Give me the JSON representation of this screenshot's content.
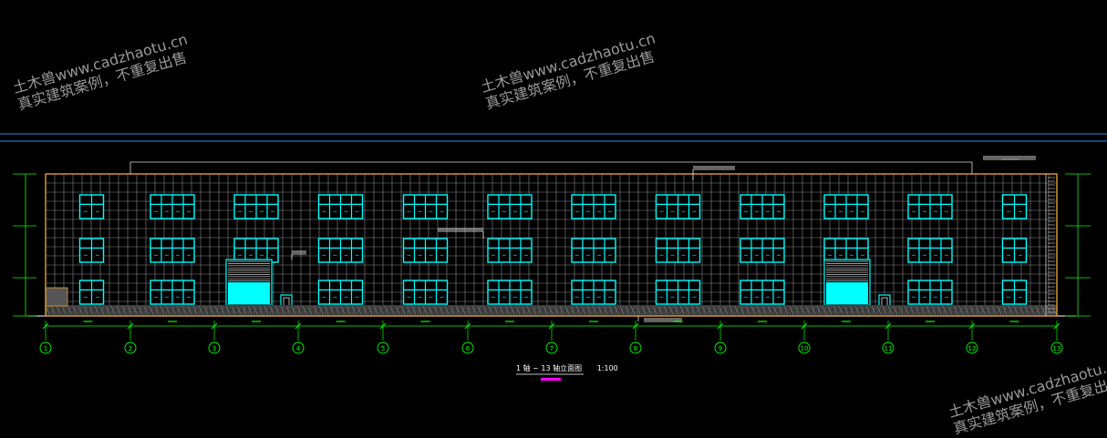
{
  "watermark": {
    "line1": "土木兽www.cadzhaotu.cn",
    "line2": "真实建筑案例，不重复出售"
  },
  "drawing": {
    "title": "1 轴 ~ 13 轴立面图",
    "scale": "1:100",
    "axis_labels": [
      "1",
      "2",
      "3",
      "4",
      "5",
      "6",
      "7",
      "8",
      "9",
      "10",
      "11",
      "12",
      "13"
    ],
    "window_bays": 12,
    "floors": 3,
    "overhead_doors_at_bays": [
      3,
      10
    ],
    "colors": {
      "background": "#000000",
      "facade_grid": "#8a8a8a",
      "window": "#00ffff",
      "outline": "#e0a030",
      "dimension": "#00ff00",
      "accent_line": "#1e90ff",
      "ground": "#777777",
      "title_underline": "#ff00ff"
    }
  }
}
